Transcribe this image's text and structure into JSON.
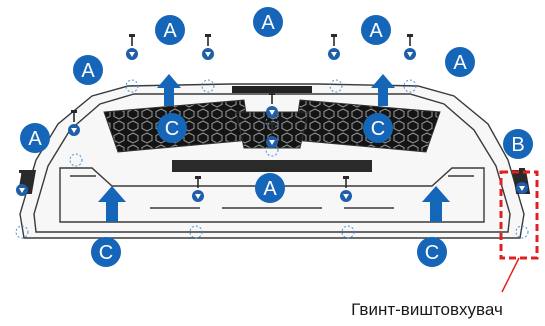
{
  "colors": {
    "callout_a": "#1565b8",
    "callout_b": "#1565b8",
    "callout_c": "#1565b8",
    "arrow": "#1565b8",
    "highlight_box": "#e02020",
    "screw_body": "#2a2a2a",
    "screw_tag": "#1f5ea8"
  },
  "callouts": {
    "a": "A",
    "b": "B",
    "c": "C"
  },
  "caption": "Гвинт-виштовхувач"
}
